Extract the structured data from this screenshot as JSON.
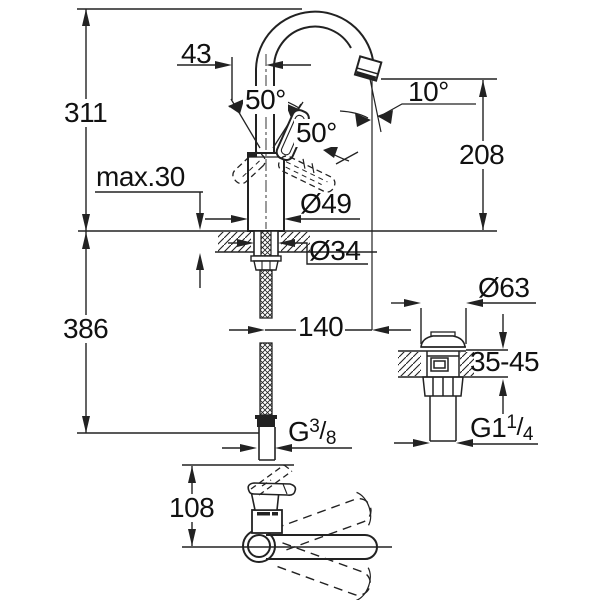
{
  "drawing": {
    "background_color": "#ffffff",
    "line_color": "#222222",
    "front_view": {
      "total_height": "311",
      "below_deck_height": "386",
      "deck_thickness_max": "max.30",
      "offset_43": "43",
      "handle_swing_left": "50°",
      "handle_swing_right": "50°",
      "spout_outlet_angle": "10°",
      "outlet_height": "208",
      "body_diameter": "Ø49",
      "mount_hole_diameter": "Ø34",
      "spout_reach": "140",
      "supply_thread": {
        "prefix": "G",
        "numerator": "3",
        "slash": "/",
        "denominator": "8"
      }
    },
    "drain_view": {
      "flange_diameter": "Ø63",
      "deck_range": "35-45",
      "waste_thread": {
        "prefix": "G1",
        "numerator": "1",
        "slash": "/",
        "denominator": "4"
      }
    },
    "bottom_view": {
      "handle_height": "108"
    }
  }
}
